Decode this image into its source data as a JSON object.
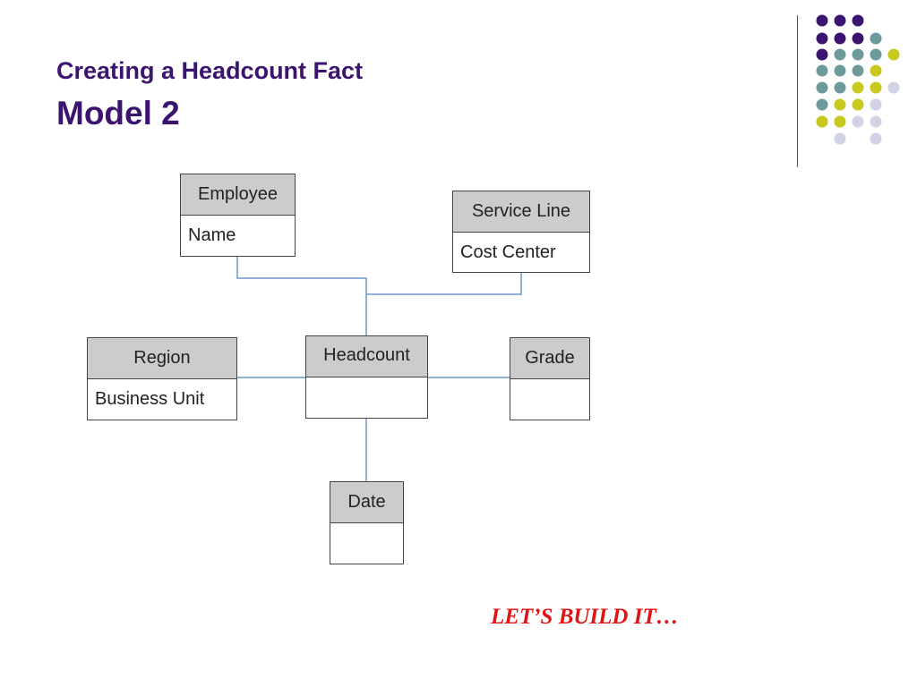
{
  "slide": {
    "title_line1": "Creating a Headcount Fact",
    "title_line2": "Model 2",
    "cta": "LET’S BUILD IT…"
  },
  "colors": {
    "title": "#3b1470",
    "cta": "#e01414",
    "entity_header": "#cccccc",
    "connector": "#6f97c8",
    "dot_purple": "#3b1470",
    "dot_teal": "#6f9a9b",
    "dot_yellow": "#c8c81e",
    "dot_lavender": "#d3d3e6"
  },
  "entities": {
    "employee": {
      "header": "Employee",
      "attribute": "Name"
    },
    "service_line": {
      "header": "Service Line",
      "attribute": "Cost Center"
    },
    "region": {
      "header": "Region",
      "attribute": "Business Unit"
    },
    "headcount": {
      "header": "Headcount",
      "attribute": ""
    },
    "grade": {
      "header": "Grade",
      "attribute": ""
    },
    "date": {
      "header": "Date",
      "attribute": ""
    }
  }
}
